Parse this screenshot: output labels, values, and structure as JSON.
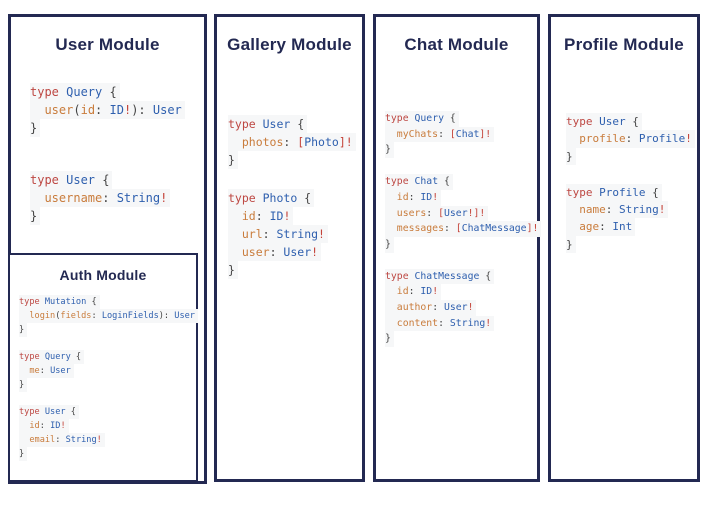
{
  "colors": {
    "navy": "#232952",
    "kw": "#bd4742",
    "typ": "#2e5fae",
    "fld": "#c97c3c",
    "pun": "#444444",
    "red": "#c44238",
    "linebg": "#f6f7f8"
  },
  "modules": [
    {
      "title": "User Module",
      "blocks": [
        [
          [
            [
              "k",
              "type "
            ],
            [
              "t",
              "Query "
            ],
            [
              "p",
              "{"
            ]
          ],
          [
            [
              "p",
              "  "
            ],
            [
              "f",
              "user"
            ],
            [
              "p",
              "("
            ],
            [
              "f",
              "id"
            ],
            [
              "p",
              ": "
            ],
            [
              "t",
              "ID"
            ],
            [
              "r",
              "!"
            ],
            [
              "p",
              "): "
            ],
            [
              "t",
              "User"
            ]
          ],
          [
            [
              "p",
              "}"
            ]
          ]
        ],
        [
          [
            [
              "k",
              "type "
            ],
            [
              "t",
              "User "
            ],
            [
              "p",
              "{"
            ]
          ],
          [
            [
              "p",
              "  "
            ],
            [
              "f",
              "username"
            ],
            [
              "p",
              ": "
            ],
            [
              "t",
              "String"
            ],
            [
              "r",
              "!"
            ]
          ],
          [
            [
              "p",
              "}"
            ]
          ]
        ]
      ]
    },
    {
      "title": "Auth Module",
      "blocks": [
        [
          [
            [
              "k",
              "type "
            ],
            [
              "t",
              "Mutation "
            ],
            [
              "p",
              "{"
            ]
          ],
          [
            [
              "p",
              "  "
            ],
            [
              "f",
              "login"
            ],
            [
              "p",
              "("
            ],
            [
              "f",
              "fields"
            ],
            [
              "p",
              ": "
            ],
            [
              "t",
              "LoginFields"
            ],
            [
              "p",
              "): "
            ],
            [
              "t",
              "User"
            ]
          ],
          [
            [
              "p",
              "}"
            ]
          ]
        ],
        [
          [
            [
              "k",
              "type "
            ],
            [
              "t",
              "Query "
            ],
            [
              "p",
              "{"
            ]
          ],
          [
            [
              "p",
              "  "
            ],
            [
              "f",
              "me"
            ],
            [
              "p",
              ": "
            ],
            [
              "t",
              "User"
            ]
          ],
          [
            [
              "p",
              "}"
            ]
          ]
        ],
        [
          [
            [
              "k",
              "type "
            ],
            [
              "t",
              "User "
            ],
            [
              "p",
              "{"
            ]
          ],
          [
            [
              "p",
              "  "
            ],
            [
              "f",
              "id"
            ],
            [
              "p",
              ": "
            ],
            [
              "t",
              "ID"
            ],
            [
              "r",
              "!"
            ]
          ],
          [
            [
              "p",
              "  "
            ],
            [
              "f",
              "email"
            ],
            [
              "p",
              ": "
            ],
            [
              "t",
              "String"
            ],
            [
              "r",
              "!"
            ]
          ],
          [
            [
              "p",
              "}"
            ]
          ]
        ]
      ]
    },
    {
      "title": "Gallery Module",
      "blocks": [
        [
          [
            [
              "k",
              "type "
            ],
            [
              "t",
              "User "
            ],
            [
              "p",
              "{"
            ]
          ],
          [
            [
              "p",
              "  "
            ],
            [
              "f",
              "photos"
            ],
            [
              "p",
              ": "
            ],
            [
              "r",
              "["
            ],
            [
              "t",
              "Photo"
            ],
            [
              "r",
              "]!"
            ]
          ],
          [
            [
              "p",
              "}"
            ]
          ]
        ],
        [
          [
            [
              "k",
              "type "
            ],
            [
              "t",
              "Photo "
            ],
            [
              "p",
              "{"
            ]
          ],
          [
            [
              "p",
              "  "
            ],
            [
              "f",
              "id"
            ],
            [
              "p",
              ": "
            ],
            [
              "t",
              "ID"
            ],
            [
              "r",
              "!"
            ]
          ],
          [
            [
              "p",
              "  "
            ],
            [
              "f",
              "url"
            ],
            [
              "p",
              ": "
            ],
            [
              "t",
              "String"
            ],
            [
              "r",
              "!"
            ]
          ],
          [
            [
              "p",
              "  "
            ],
            [
              "f",
              "user"
            ],
            [
              "p",
              ": "
            ],
            [
              "t",
              "User"
            ],
            [
              "r",
              "!"
            ]
          ],
          [
            [
              "p",
              "}"
            ]
          ]
        ]
      ]
    },
    {
      "title": "Chat Module",
      "blocks": [
        [
          [
            [
              "k",
              "type "
            ],
            [
              "t",
              "Query "
            ],
            [
              "p",
              "{"
            ]
          ],
          [
            [
              "p",
              "  "
            ],
            [
              "f",
              "myChats"
            ],
            [
              "p",
              ": "
            ],
            [
              "r",
              "["
            ],
            [
              "t",
              "Chat"
            ],
            [
              "r",
              "]!"
            ]
          ],
          [
            [
              "p",
              "}"
            ]
          ]
        ],
        [
          [
            [
              "k",
              "type "
            ],
            [
              "t",
              "Chat "
            ],
            [
              "p",
              "{"
            ]
          ],
          [
            [
              "p",
              "  "
            ],
            [
              "f",
              "id"
            ],
            [
              "p",
              ": "
            ],
            [
              "t",
              "ID"
            ],
            [
              "r",
              "!"
            ]
          ],
          [
            [
              "p",
              "  "
            ],
            [
              "f",
              "users"
            ],
            [
              "p",
              ": "
            ],
            [
              "r",
              "["
            ],
            [
              "t",
              "User"
            ],
            [
              "r",
              "!]!"
            ]
          ],
          [
            [
              "p",
              "  "
            ],
            [
              "f",
              "messages"
            ],
            [
              "p",
              ": "
            ],
            [
              "r",
              "["
            ],
            [
              "t",
              "ChatMessage"
            ],
            [
              "r",
              "]!"
            ]
          ],
          [
            [
              "p",
              "}"
            ]
          ]
        ],
        [
          [
            [
              "k",
              "type "
            ],
            [
              "t",
              "ChatMessage "
            ],
            [
              "p",
              "{"
            ]
          ],
          [
            [
              "p",
              "  "
            ],
            [
              "f",
              "id"
            ],
            [
              "p",
              ": "
            ],
            [
              "t",
              "ID"
            ],
            [
              "r",
              "!"
            ]
          ],
          [
            [
              "p",
              "  "
            ],
            [
              "f",
              "author"
            ],
            [
              "p",
              ": "
            ],
            [
              "t",
              "User"
            ],
            [
              "r",
              "!"
            ]
          ],
          [
            [
              "p",
              "  "
            ],
            [
              "f",
              "content"
            ],
            [
              "p",
              ": "
            ],
            [
              "t",
              "String"
            ],
            [
              "r",
              "!"
            ]
          ],
          [
            [
              "p",
              "}"
            ]
          ]
        ]
      ]
    },
    {
      "title": "Profile Module",
      "blocks": [
        [
          [
            [
              "k",
              "type "
            ],
            [
              "t",
              "User "
            ],
            [
              "p",
              "{"
            ]
          ],
          [
            [
              "p",
              "  "
            ],
            [
              "f",
              "profile"
            ],
            [
              "p",
              ": "
            ],
            [
              "t",
              "Profile"
            ],
            [
              "r",
              "!"
            ]
          ],
          [
            [
              "p",
              "}"
            ]
          ]
        ],
        [
          [
            [
              "k",
              "type "
            ],
            [
              "t",
              "Profile "
            ],
            [
              "p",
              "{"
            ]
          ],
          [
            [
              "p",
              "  "
            ],
            [
              "f",
              "name"
            ],
            [
              "p",
              ": "
            ],
            [
              "t",
              "String"
            ],
            [
              "r",
              "!"
            ]
          ],
          [
            [
              "p",
              "  "
            ],
            [
              "f",
              "age"
            ],
            [
              "p",
              ": "
            ],
            [
              "t",
              "Int"
            ]
          ],
          [
            [
              "p",
              "}"
            ]
          ]
        ]
      ]
    }
  ]
}
